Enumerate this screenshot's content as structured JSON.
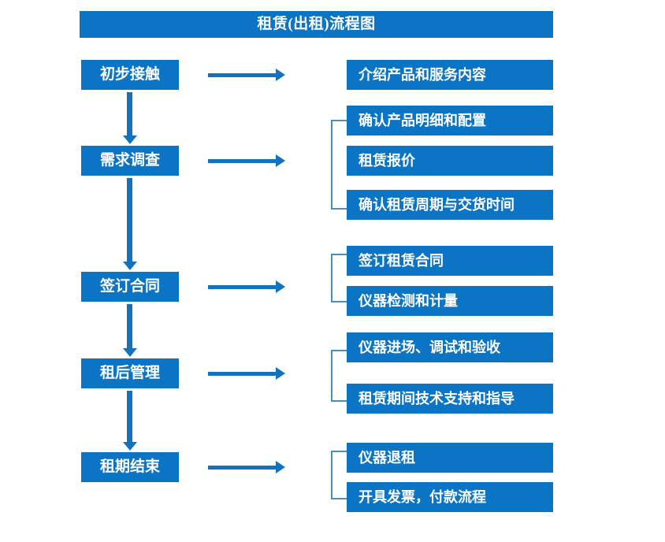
{
  "title": {
    "text": "租赁(出租)流程图"
  },
  "colors": {
    "box_blue": "#0b74c4",
    "arrow_blue": "#1272bd",
    "bracket_blue": "#4a8fc4",
    "text_white": "#ffffff",
    "background": "#ffffff"
  },
  "stages": [
    {
      "label": "初步接触"
    },
    {
      "label": "需求调查"
    },
    {
      "label": "签订合同"
    },
    {
      "label": "租后管理"
    },
    {
      "label": "租期结束"
    }
  ],
  "details": [
    {
      "label": "介绍产品和服务内容"
    },
    {
      "label": "确认产品明细和配置"
    },
    {
      "label": "租赁报价"
    },
    {
      "label": "确认租赁周期与交货时间"
    },
    {
      "label": "签订租赁合同"
    },
    {
      "label": "仪器检测和计量"
    },
    {
      "label": "仪器进场、调试和验收"
    },
    {
      "label": "租赁期间技术支持和指导"
    },
    {
      "label": "仪器退租"
    },
    {
      "label": "开具发票，付款流程"
    }
  ],
  "chart_data": {
    "type": "diagram",
    "title": "租赁(出租)流程图",
    "diagram_kind": "flowchart",
    "orientation": "vertical-with-side-branches",
    "nodes": [
      {
        "stage": "初步接触",
        "outputs": [
          "介绍产品和服务内容"
        ],
        "grouped": false
      },
      {
        "stage": "需求调查",
        "outputs": [
          "确认产品明细和配置",
          "租赁报价",
          "确认租赁周期与交货时间"
        ],
        "grouped": true
      },
      {
        "stage": "签订合同",
        "outputs": [
          "签订租赁合同",
          "仪器检测和计量"
        ],
        "grouped": true
      },
      {
        "stage": "租后管理",
        "outputs": [
          "仪器进场、调试和验收",
          "租赁期间技术支持和指导"
        ],
        "grouped": true
      },
      {
        "stage": "租期结束",
        "outputs": [
          "仪器退租",
          "开具发票，付款流程"
        ],
        "grouped": true
      }
    ],
    "edges": [
      {
        "from": "初步接触",
        "to": "需求调查",
        "kind": "down-arrow"
      },
      {
        "from": "需求调查",
        "to": "签订合同",
        "kind": "down-arrow"
      },
      {
        "from": "签订合同",
        "to": "租后管理",
        "kind": "down-arrow"
      },
      {
        "from": "租后管理",
        "to": "租期结束",
        "kind": "down-arrow"
      },
      {
        "from": "初步接触",
        "to": "介绍产品和服务内容",
        "kind": "right-arrow"
      },
      {
        "from": "需求调查",
        "to": "需求调查明细组",
        "kind": "right-arrow"
      },
      {
        "from": "签订合同",
        "to": "签订合同明细组",
        "kind": "right-arrow"
      },
      {
        "from": "租后管理",
        "to": "租后管理明细组",
        "kind": "right-arrow"
      },
      {
        "from": "租期结束",
        "to": "租期结束明细组",
        "kind": "right-arrow"
      }
    ]
  }
}
